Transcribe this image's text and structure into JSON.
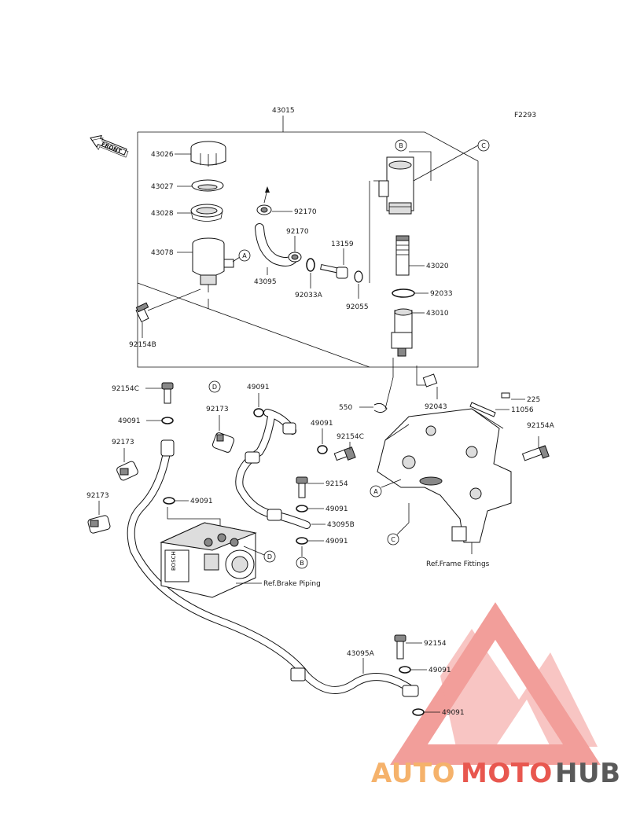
{
  "diagram": {
    "code": "F2293",
    "front_label": "FRONT",
    "callouts": {
      "43015": "43015",
      "43026": "43026",
      "43027": "43027",
      "43028": "43028",
      "43078": "43078",
      "92154B": "92154B",
      "92170a": "92170",
      "92170b": "92170",
      "43095": "43095",
      "13159": "13159",
      "92033A": "92033A",
      "92055": "92055",
      "43020": "43020",
      "92033": "92033",
      "43010": "43010",
      "92043": "92043",
      "550": "550",
      "225": "225",
      "11056": "11056",
      "92154A": "92154A",
      "92154C_l": "92154C",
      "49091_l1": "49091",
      "92173_a": "92173",
      "92173_b": "92173",
      "92173_c": "92173",
      "49091_l2": "49091",
      "49091_c": "49091",
      "49091_c2": "49091",
      "92154C_c": "92154C",
      "92154_m": "92154",
      "49091_m1": "49091",
      "43095B": "43095B",
      "49091_m2": "49091",
      "ref_frame": "Ref.Frame Fittings",
      "ref_brake": "Ref.Brake Piping",
      "92154_b": "92154",
      "43095A": "43095A",
      "49091_b1": "49091",
      "49091_b2": "49091"
    },
    "refs": {
      "A": "A",
      "B": "B",
      "C": "C",
      "D": "D"
    }
  },
  "watermark": {
    "brand_part1": "AUTO",
    "brand_part2": "MOTO",
    "brand_part3": "HUB",
    "colors": {
      "orange": "#f5b26b",
      "red": "#e8574f",
      "gray": "#5a5a5a",
      "logo": "#f08e89"
    }
  }
}
